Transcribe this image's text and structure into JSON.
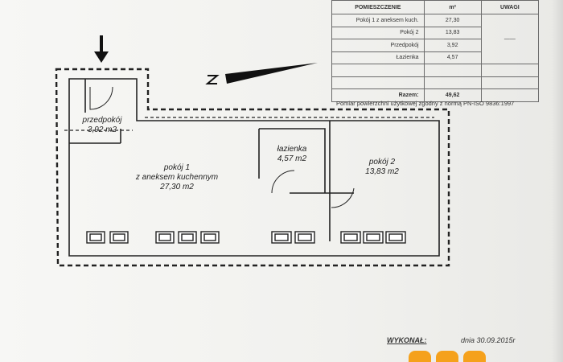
{
  "table": {
    "headers": {
      "room": "POMIESZCZENIE",
      "area": "m²",
      "notes": "UWAGI"
    },
    "rows": [
      {
        "room": "Pokój 1 z aneksem kuch.",
        "area": "27,30"
      },
      {
        "room": "Pokój 2",
        "area": "13,83"
      },
      {
        "room": "Przedpokój",
        "area": "3,92"
      },
      {
        "room": "Łazienka",
        "area": "4,57"
      }
    ],
    "notes_value": "——",
    "total_label": "Razem:",
    "total_value": "49,62"
  },
  "norm_note": "Pomiar powierzchni użytkowej zgodny z normą PN-ISO 9836:1997",
  "rooms": {
    "hall": {
      "name": "przedpokój",
      "area": "3,92 m2"
    },
    "room1": {
      "name": "pokój 1",
      "sub": "z aneksem kuchennym",
      "area": "27,30 m2"
    },
    "bathroom": {
      "name": "łazienka",
      "area": "4,57 m2"
    },
    "room2": {
      "name": "pokój 2",
      "area": "13,83 m2"
    }
  },
  "footer": {
    "made_by_label": "WYKONAŁ:",
    "date": "dnia 30.09.2015r"
  },
  "colors": {
    "logo": "#f5a11c",
    "ink": "#1e1e1e"
  }
}
